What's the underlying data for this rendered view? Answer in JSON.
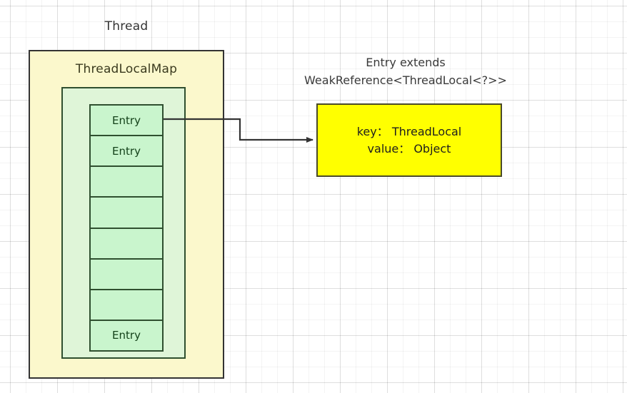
{
  "diagram": {
    "title_label": "Thread",
    "map_label": "ThreadLocalMap",
    "caption": {
      "line1": "Entry extends",
      "line2": "WeakReference<ThreadLocal<?>>"
    },
    "entry_table": {
      "cells": [
        {
          "label": "Entry",
          "filled": true
        },
        {
          "label": "Entry",
          "filled": true
        },
        {
          "label": "",
          "filled": false
        },
        {
          "label": "",
          "filled": false
        },
        {
          "label": "",
          "filled": false
        },
        {
          "label": "",
          "filled": false
        },
        {
          "label": "",
          "filled": false
        },
        {
          "label": "Entry",
          "filled": true
        }
      ]
    },
    "entry_detail": {
      "key_line": "key： ThreadLocal",
      "value_line": "value： Object"
    },
    "colors": {
      "thread_box_fill": "#fbf8cc",
      "map_box_fill": "#dff5d8",
      "entry_cell_fill": "#c9f5cd",
      "entry_detail_fill": "#ffff00",
      "stroke_dark": "#333333",
      "stroke_green": "#2f4f2f",
      "stroke_olive": "#4a4a2a"
    }
  }
}
